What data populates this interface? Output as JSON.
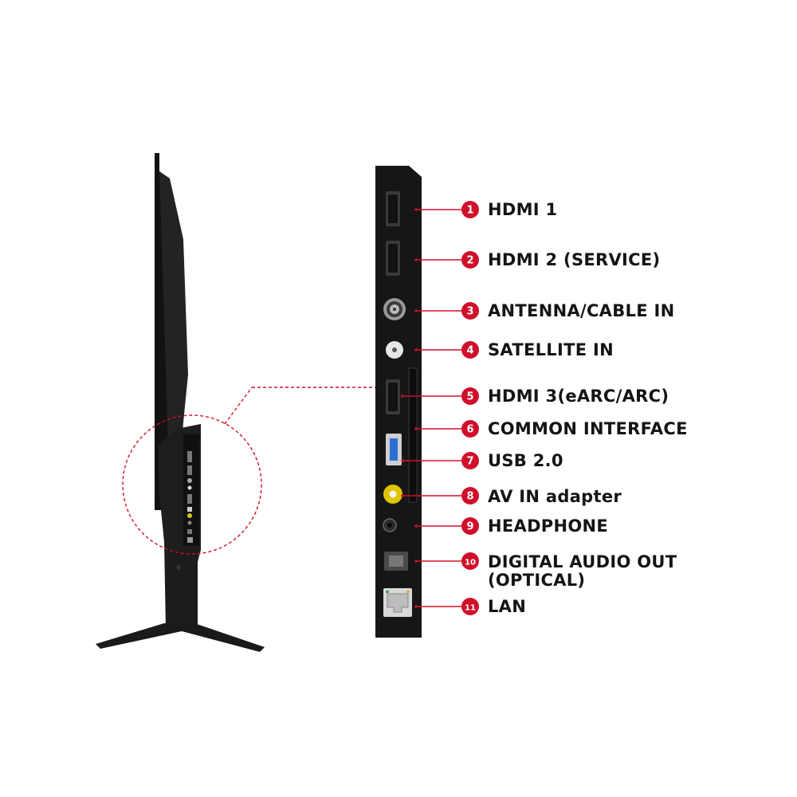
{
  "colors": {
    "accent": "#d0102a",
    "panel": "#161616",
    "tv_body": "#1c1c1c",
    "label_text": "#141414"
  },
  "ports": [
    {
      "number": "1",
      "label": "HDMI 1",
      "icon": "hdmi-port-icon"
    },
    {
      "number": "2",
      "label": "HDMI 2 (SERVICE)",
      "icon": "hdmi-port-icon"
    },
    {
      "number": "3",
      "label": "ANTENNA/CABLE IN",
      "icon": "coaxial-port-icon"
    },
    {
      "number": "4",
      "label": "SATELLITE IN",
      "icon": "satellite-port-icon"
    },
    {
      "number": "5",
      "label": "HDMI 3(eARC/ARC)",
      "icon": "hdmi-port-icon"
    },
    {
      "number": "6",
      "label": "COMMON INTERFACE",
      "icon": "ci-slot-icon"
    },
    {
      "number": "7",
      "label": "USB 2.0",
      "icon": "usb-port-icon"
    },
    {
      "number": "8",
      "label": "AV IN adapter",
      "icon": "av-jack-icon"
    },
    {
      "number": "9",
      "label": "HEADPHONE",
      "icon": "headphone-jack-icon"
    },
    {
      "number": "10",
      "label": "DIGITAL AUDIO OUT",
      "label_line2": "(OPTICAL)",
      "icon": "optical-port-icon"
    },
    {
      "number": "11",
      "label": "LAN",
      "icon": "ethernet-port-icon"
    }
  ]
}
